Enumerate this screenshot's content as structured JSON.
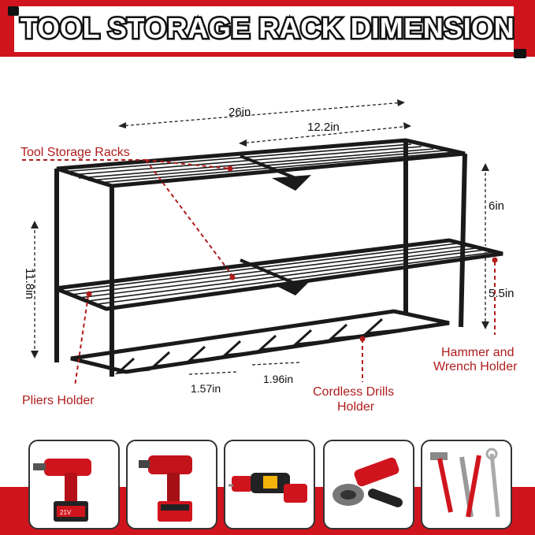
{
  "header": {
    "title": "TOOL STORAGE RACK DIMENSION"
  },
  "dimensions": {
    "overall_width": "26in",
    "shelf_width": "12.2in",
    "overall_height": "11.8in",
    "top_gap": "6in",
    "middle_gap": "5.5in",
    "pliers_spacing": "1.57in",
    "drill_spacing": "1.96in"
  },
  "callouts": {
    "tool_storage_racks": "Tool Storage Racks",
    "hammer_wrench_line1": "Hammer and",
    "hammer_wrench_line2": "Wrench Holder",
    "pliers_holder": "Pliers Holder",
    "drills_line1": "Cordless Drills",
    "drills_line2": "Holder"
  },
  "product_tiles": [
    {
      "icon": "cordless-drill-icon",
      "battery_label": "21V"
    },
    {
      "icon": "impact-driver-icon"
    },
    {
      "icon": "reciprocating-saw-icon"
    },
    {
      "icon": "angle-grinder-icon"
    },
    {
      "icon": "hand-tools-icon"
    }
  ],
  "colors": {
    "brand_red": "#d0141d",
    "callout_red": "#b01c1c",
    "frame": "#1a1a1a"
  }
}
